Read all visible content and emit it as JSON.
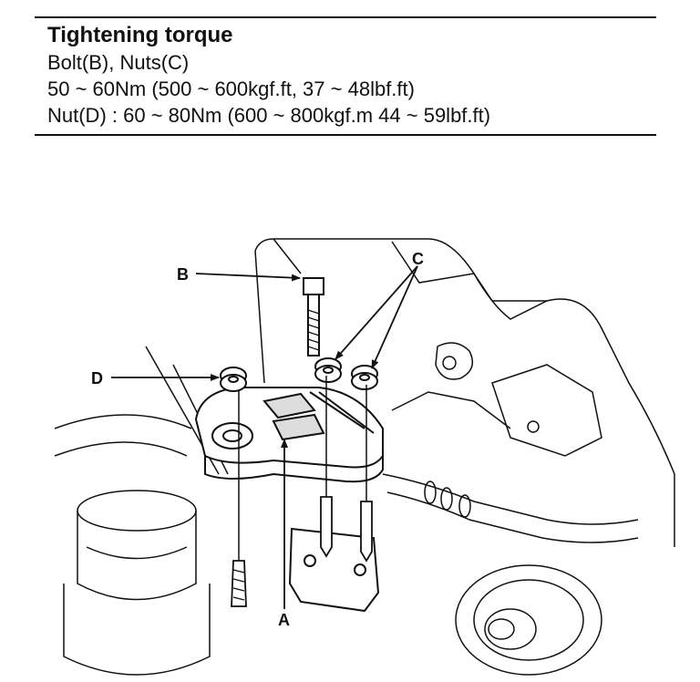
{
  "spec": {
    "title": "Tightening torque",
    "lines": [
      "Bolt(B), Nuts(C)",
      "50 ~ 60Nm (500 ~ 600kgf.ft, 37 ~ 48lbf.ft)",
      "Nut(D) : 60 ~ 80Nm (600 ~ 800kgf.m 44 ~ 59lbf.ft)"
    ]
  },
  "callouts": {
    "a": "A",
    "b": "B",
    "c": "C",
    "d": "D"
  }
}
